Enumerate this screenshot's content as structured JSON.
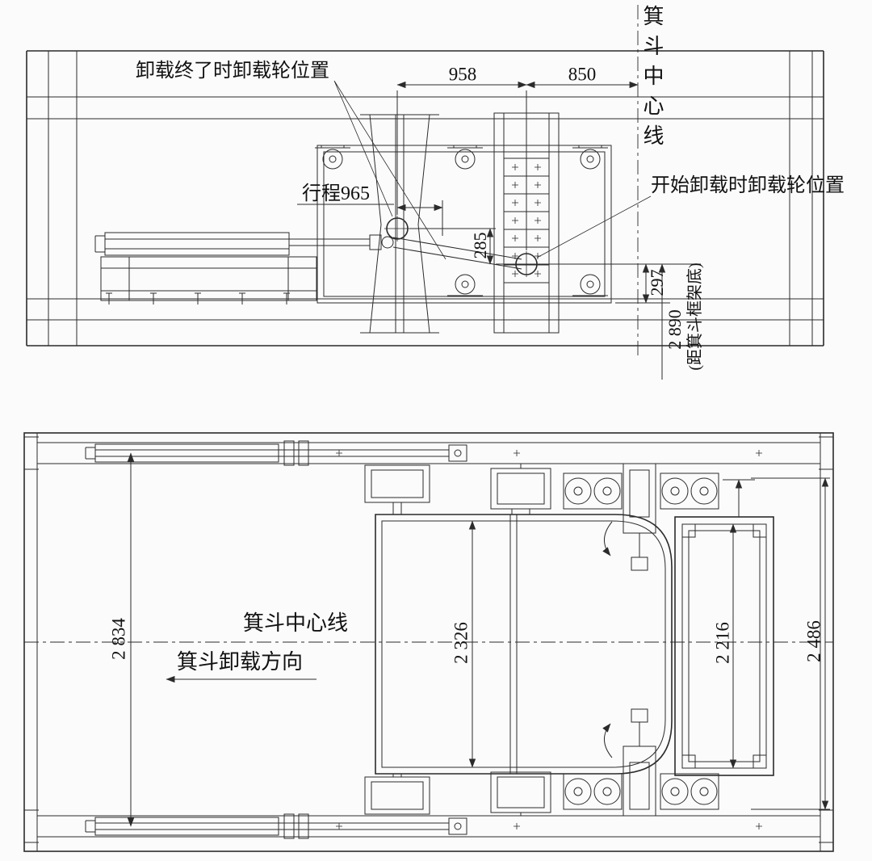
{
  "page": {
    "type": "engineering-drawing",
    "background": "#fbfbfb",
    "line_color": "#2b2b2b"
  },
  "top_view": {
    "labels": {
      "unload_end": "卸载终了时卸载轮位置",
      "unload_start": "开始卸载时卸载轮位置",
      "stroke": "行程965",
      "centerline_vertical": "箕斗中心线"
    },
    "dims": {
      "d958": "958",
      "d850": "850",
      "d285": "285",
      "d297": "297",
      "d2890": "2 890",
      "d2890_note": "(距箕斗框架底)"
    }
  },
  "bottom_view": {
    "labels": {
      "centerline": "箕斗中心线",
      "direction": "箕斗卸载方向"
    },
    "dims": {
      "d2834": "2 834",
      "d2326": "2 326",
      "d2216": "2 216",
      "d2486": "2 486"
    }
  }
}
